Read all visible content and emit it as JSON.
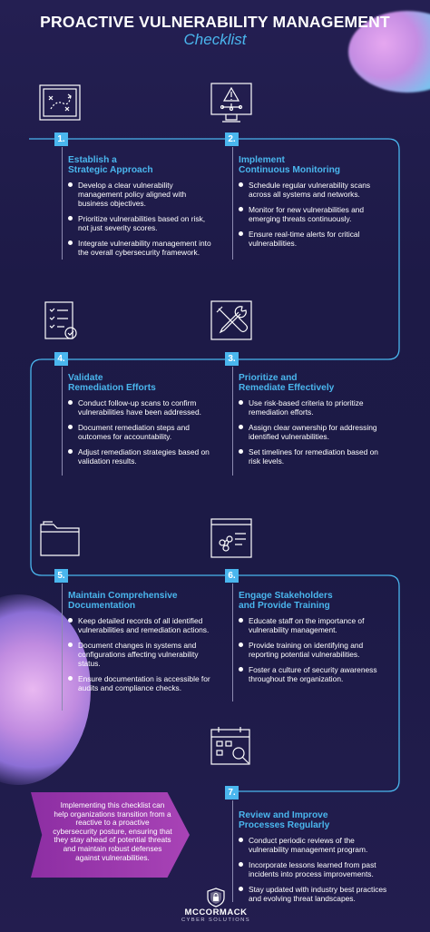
{
  "header": {
    "title": "PROACTIVE VULNERABILITY MANAGEMENT",
    "subtitle": "Checklist"
  },
  "colors": {
    "accent": "#4ab6ee",
    "background": "#1f1b4b",
    "callout": "#9a37ad"
  },
  "steps": [
    {
      "number": "1.",
      "icon": "strategy-board-icon",
      "title_line1": "Establish a",
      "title_line2": "Strategic Approach",
      "items": [
        "Develop a clear vulnerability management policy aligned with business objectives.",
        "Prioritize vulnerabilities based on risk, not just severity scores.",
        "Integrate vulnerability management into the overall cybersecurity framework."
      ]
    },
    {
      "number": "2.",
      "icon": "monitor-alert-icon",
      "title_line1": "Implement",
      "title_line2": "Continuous Monitoring",
      "items": [
        "Schedule regular vulnerability scans across all systems and networks.",
        "Monitor for new vulnerabilities and emerging threats continuously.",
        "Ensure real-time alerts for critical vulnerabilities."
      ]
    },
    {
      "number": "3.",
      "icon": "tools-icon",
      "title_line1": "Prioritize and",
      "title_line2": "Remediate Effectively",
      "items": [
        "Use risk-based criteria to prioritize remediation efforts.",
        "Assign clear ownership for addressing identified vulnerabilities.",
        "Set timelines for remediation based on risk levels."
      ]
    },
    {
      "number": "4.",
      "icon": "checklist-icon",
      "title_line1": "Validate",
      "title_line2": "Remediation Efforts",
      "items": [
        "Conduct follow-up scans to confirm vulnerabilities have been addressed.",
        "Document remediation steps and outcomes for accountability.",
        "Adjust remediation strategies based on validation results."
      ]
    },
    {
      "number": "5.",
      "icon": "folder-icon",
      "title_line1": "Maintain Comprehensive",
      "title_line2": "Documentation",
      "items": [
        "Keep detailed records of all identified vulnerabilities and remediation actions.",
        "Document changes in systems and configurations affecting vulnerability status.",
        "Ensure documentation is accessible for audits and compliance checks."
      ]
    },
    {
      "number": "6.",
      "icon": "presentation-icon",
      "title_line1": "Engage Stakeholders",
      "title_line2": "and Provide Training",
      "items": [
        "Educate staff on the importance of vulnerability management.",
        "Provide training on identifying and reporting potential vulnerabilities.",
        "Foster a culture of security awareness throughout the organization."
      ]
    },
    {
      "number": "7.",
      "icon": "calendar-review-icon",
      "title_line1": "Review and Improve",
      "title_line2": "Processes Regularly",
      "items": [
        "Conduct periodic reviews of the vulnerability management program.",
        "Incorporate lessons learned from past incidents into process improvements.",
        "Stay updated with industry best practices and evolving threat landscapes."
      ]
    }
  ],
  "callout": {
    "text": "Implementing this checklist can help organizations transition from a reactive to a proactive cybersecurity posture, ensuring that they stay ahead of potential threats and maintain robust defenses against vulnerabilities."
  },
  "logo": {
    "icon": "shield-logo-icon",
    "name": "MCCORMACK",
    "tagline": "CYBER SOLUTIONS"
  }
}
